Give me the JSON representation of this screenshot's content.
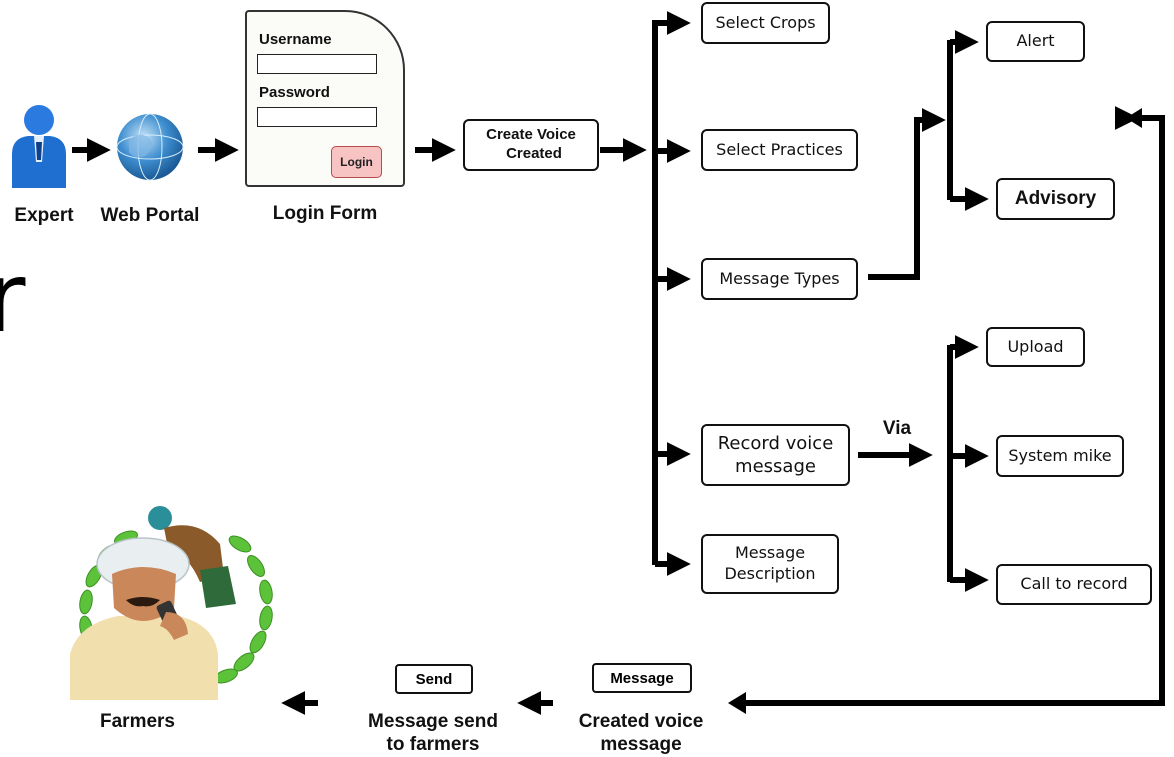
{
  "partial_text": "r",
  "left_flow": {
    "expert_label": "Expert",
    "web_portal_label": "Web Portal",
    "login_form_label": "Login Form",
    "login_form": {
      "username_label": "Username",
      "password_label": "Password",
      "login_button": "Login"
    },
    "create_voice_line1": "Create Voice",
    "create_voice_line2": "Created"
  },
  "menu": {
    "select_crops": "Select Crops",
    "select_practices": "Select Practices",
    "message_types": "Message Types",
    "record_voice_line1": "Record voice",
    "record_voice_line2": "message",
    "message_description_line1": "Message",
    "message_description_line2": "Description"
  },
  "message_type_options": {
    "alert": "Alert",
    "advisory": "Advisory"
  },
  "via_label": "Via",
  "record_options": {
    "upload": "Upload",
    "system_mike": "System mike",
    "call_to_record": "Call to record"
  },
  "bottom_flow": {
    "message_box": "Message",
    "created_line1": "Created voice",
    "created_line2": "message",
    "send_box": "Send",
    "send_line1": "Message send",
    "send_line2": "to farmers",
    "farmers_label": "Farmers"
  },
  "colors": {
    "line": "#000000",
    "login_button_fill": "#f7c3c3",
    "expert_blue": "#1f6fd1",
    "globe_blue": "#3f8fd0",
    "laurel_green": "#5cc23a"
  }
}
